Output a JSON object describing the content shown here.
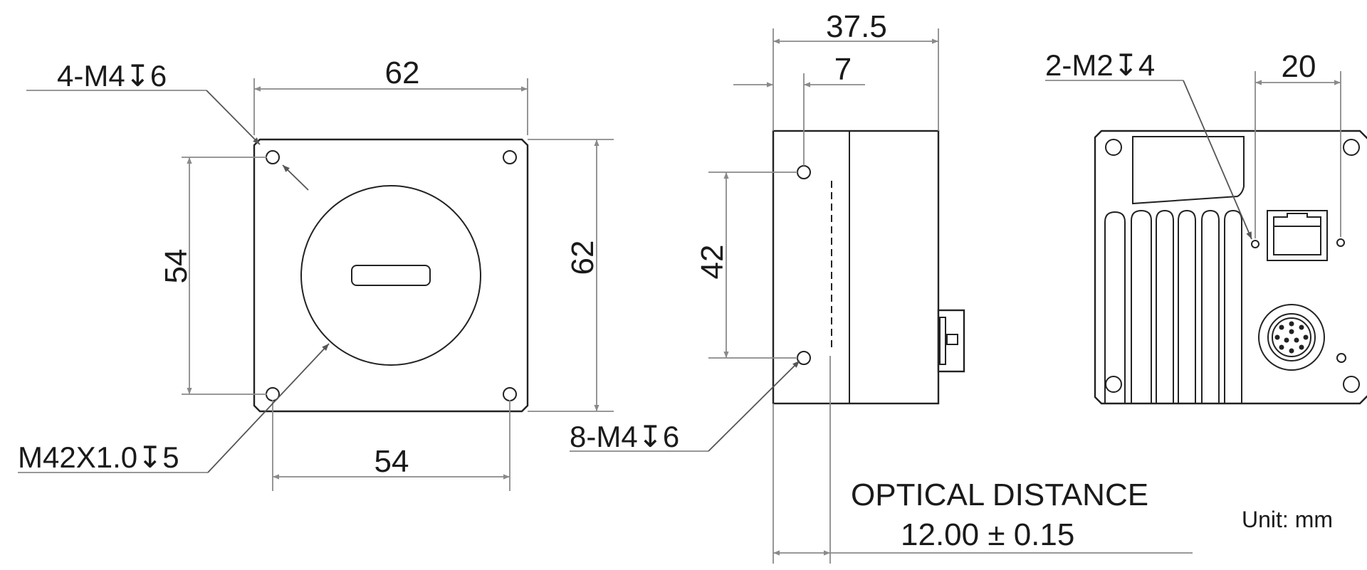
{
  "front_view": {
    "hole_callout": "4-M4↧6",
    "width": "62",
    "height": "62",
    "hole_spacing_vertical": "54",
    "hole_spacing_horizontal": "54",
    "mount_callout": "M42X1.0↧5"
  },
  "side_view": {
    "overall_depth": "37.5",
    "front_offset": "7",
    "hole_spacing": "42",
    "hole_callout": "8-M4↧6",
    "optical_distance_label": "OPTICAL DISTANCE",
    "optical_distance_value": "12.00 ± 0.15"
  },
  "rear_view": {
    "hole_callout": "2-M2↧4",
    "hole_spacing": "20"
  },
  "unit_note": "Unit: mm",
  "colors": {
    "outline": "#222222",
    "dimension_line": "#8a8a8a",
    "text": "#1a1a1a"
  }
}
